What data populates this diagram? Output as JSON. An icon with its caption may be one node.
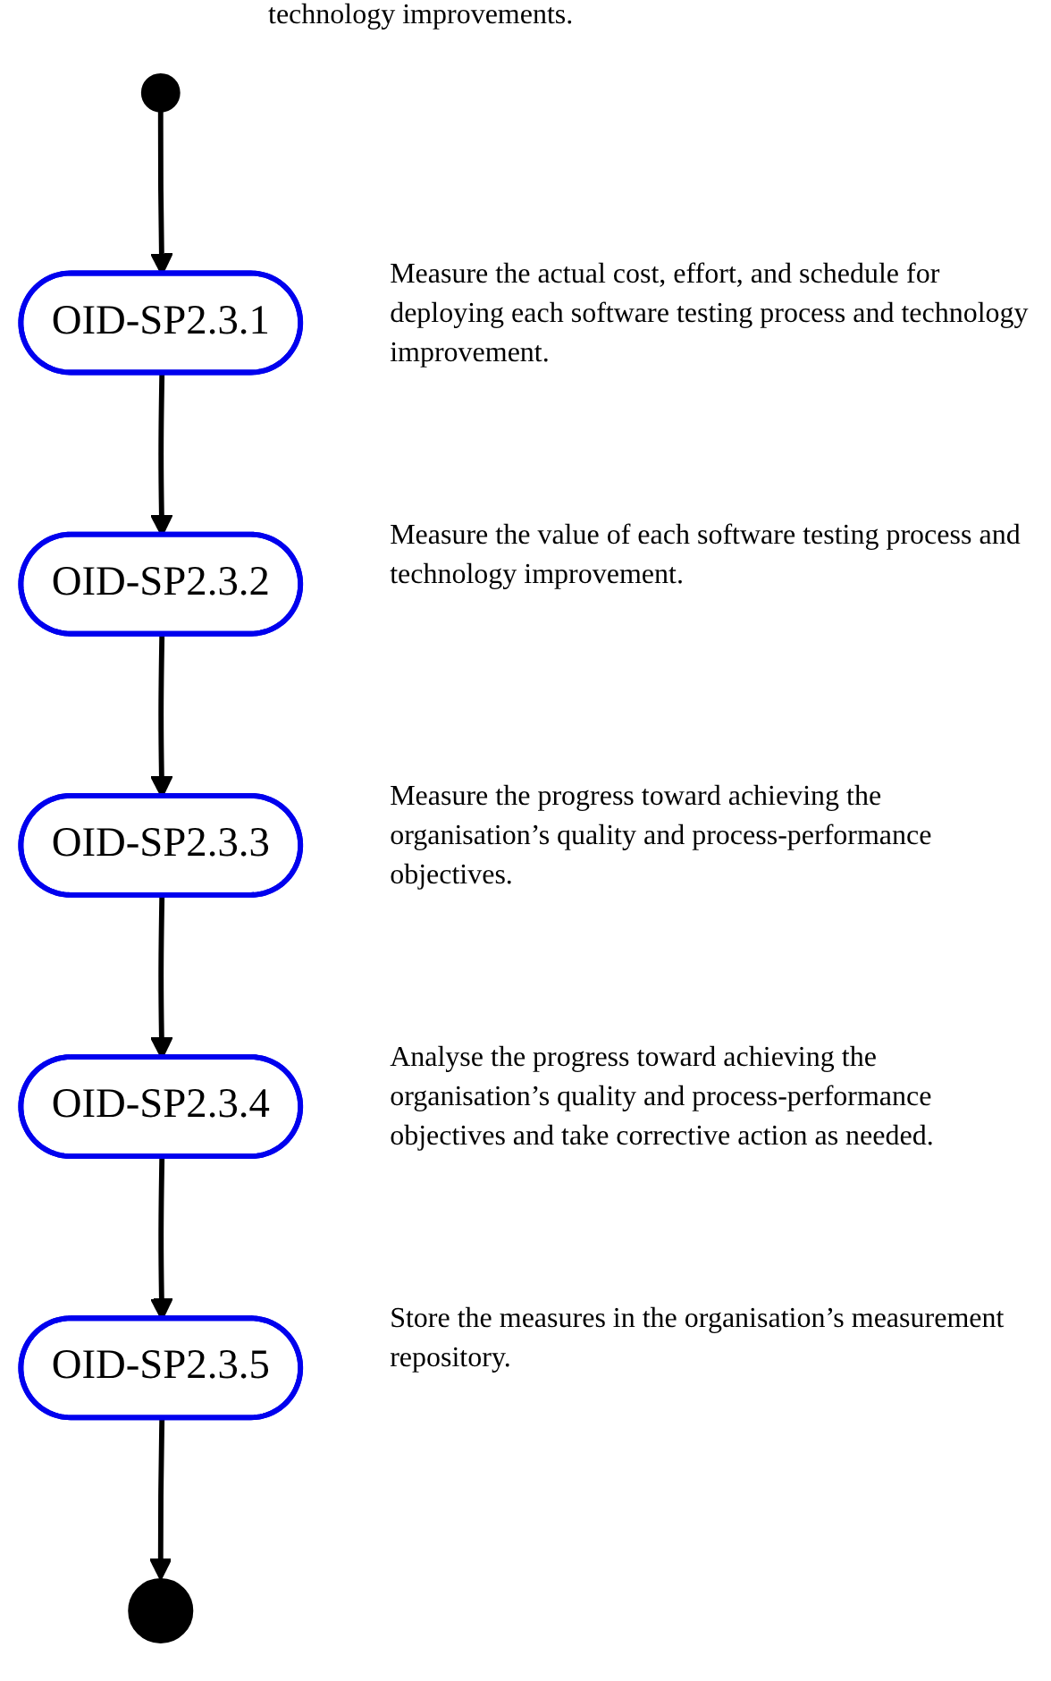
{
  "diagram": {
    "nodes": [
      {
        "text": [],
        "shape": "circle"
      },
      {
        "text": [
          "OID-SP2.3.1"
        ],
        "beside": [
          "Measure the actual cost, effort, and schedule for deploying each software testing process and technology improvement."
        ]
      },
      {
        "text": [
          "OID-SP2.3.2"
        ],
        "beside": [
          "Measure the value of each software testing process and technology improvement."
        ]
      },
      {
        "text": [
          "OID-SP2.3.3"
        ],
        "beside": [
          "Measure the progress toward achieving the organisation’s quality and process-performance objectives."
        ]
      },
      {
        "text": [
          "OID-SP2.3.4"
        ],
        "beside": [
          "Analyse the progress toward achieving the organisation’s quality and process-performance objectives and take corrective action as needed."
        ]
      },
      {
        "text": [
          "OID-SP2.3.5"
        ],
        "beside": [
          "Store the measures in the organisation’s measurement repository."
        ]
      },
      {
        "text": [],
        "shape": "circle"
      }
    ],
    "edges": [
      {
        "from": 0,
        "to": 1,
        "arrow": "to"
      },
      {
        "from": 1,
        "to": 2,
        "arrow": "to"
      },
      {
        "from": 2,
        "to": 3,
        "arrow": "to"
      },
      {
        "from": 3,
        "to": 4,
        "arrow": "to"
      },
      {
        "from": 4,
        "to": 5,
        "arrow": "to"
      },
      {
        "from": 5,
        "to": 6,
        "arrow": "to"
      }
    ],
    "labels": [
      "technology improvements."
    ]
  }
}
